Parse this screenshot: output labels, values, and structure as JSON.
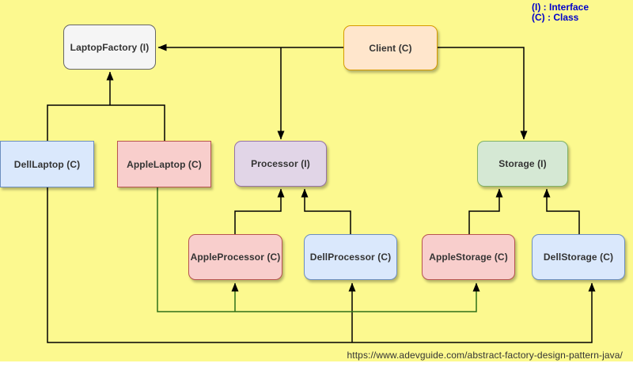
{
  "legend": {
    "interface_line": "(I) : Interface",
    "class_line": "(C) : Class",
    "text_color": "#0000cc"
  },
  "footer": {
    "url": "https://www.adevguide.com/abstract-factory-design-pattern-java/"
  },
  "canvas": {
    "background": "#fcf98f",
    "edge_color": "#000000",
    "highlight_edge_color": "#2f7018"
  },
  "nodes": {
    "laptop_factory": {
      "label": "LaptopFactory (I)",
      "kind": "interface",
      "fill": "#f5f5f5",
      "stroke": "#666666"
    },
    "client": {
      "label": "Client (C)",
      "kind": "class",
      "fill": "#ffe6cc",
      "stroke": "#d79b00"
    },
    "dell_laptop": {
      "label": "DellLaptop (C)",
      "kind": "class",
      "fill": "#dae8fc",
      "stroke": "#6c8ebf"
    },
    "apple_laptop": {
      "label": "AppleLaptop (C)",
      "kind": "class",
      "fill": "#f8cecc",
      "stroke": "#b85450"
    },
    "processor": {
      "label": "Processor (I)",
      "kind": "interface",
      "fill": "#e1d5e7",
      "stroke": "#9673a6"
    },
    "storage": {
      "label": "Storage (I)",
      "kind": "interface",
      "fill": "#d5e8d4",
      "stroke": "#82b366"
    },
    "apple_processor": {
      "label": "AppleProcessor (C)",
      "kind": "class",
      "fill": "#f8cecc",
      "stroke": "#b85450"
    },
    "dell_processor": {
      "label": "DellProcessor (C)",
      "kind": "class",
      "fill": "#dae8fc",
      "stroke": "#6c8ebf"
    },
    "apple_storage": {
      "label": "AppleStorage (C)",
      "kind": "class",
      "fill": "#f8cecc",
      "stroke": "#b85450"
    },
    "dell_storage": {
      "label": "DellStorage (C)",
      "kind": "class",
      "fill": "#dae8fc",
      "stroke": "#6c8ebf"
    }
  },
  "edges": [
    {
      "from": "Client (C)",
      "to": "LaptopFactory (I)",
      "color": "#000000"
    },
    {
      "from": "Client (C)",
      "to": "Processor (I)",
      "color": "#000000"
    },
    {
      "from": "Client (C)",
      "to": "Storage (I)",
      "color": "#000000"
    },
    {
      "from": "DellLaptop (C)",
      "to": "LaptopFactory (I)",
      "color": "#000000"
    },
    {
      "from": "AppleLaptop (C)",
      "to": "LaptopFactory (I)",
      "color": "#000000"
    },
    {
      "from": "AppleProcessor (C)",
      "to": "Processor (I)",
      "color": "#000000"
    },
    {
      "from": "DellProcessor (C)",
      "to": "Processor (I)",
      "color": "#000000"
    },
    {
      "from": "AppleStorage (C)",
      "to": "Storage (I)",
      "color": "#000000"
    },
    {
      "from": "DellStorage (C)",
      "to": "Storage (I)",
      "color": "#000000"
    },
    {
      "from": "DellLaptop (C)",
      "to": "DellProcessor (C)",
      "color": "#000000"
    },
    {
      "from": "DellLaptop (C)",
      "to": "DellStorage (C)",
      "color": "#000000"
    },
    {
      "from": "AppleLaptop (C)",
      "to": "AppleProcessor (C)",
      "color": "#2f7018"
    },
    {
      "from": "AppleLaptop (C)",
      "to": "AppleStorage (C)",
      "color": "#2f7018"
    }
  ]
}
